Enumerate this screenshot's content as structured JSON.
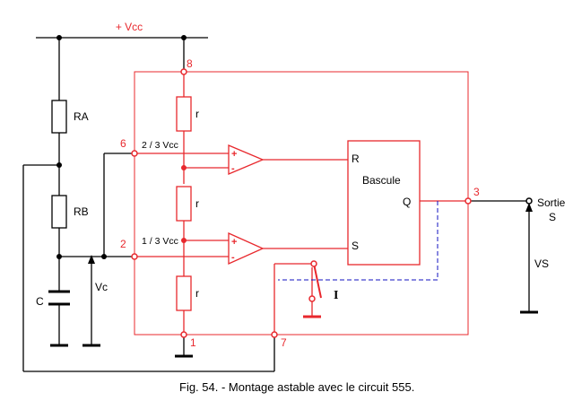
{
  "supply_label": "+ Vcc",
  "pins": {
    "p8": "8",
    "p6": "6",
    "p2": "2",
    "p3": "3",
    "p1": "1",
    "p7": "7"
  },
  "thresholds": {
    "upper": "2 / 3 Vcc",
    "lower": "1 / 3 Vcc"
  },
  "components": {
    "ra": "RA",
    "rb": "RB",
    "c": "C",
    "r_top": "r",
    "r_mid": "r",
    "r_bot": "r"
  },
  "comparator_signs": {
    "plus": "+",
    "minus": "-"
  },
  "flipflop": {
    "title": "Bascule",
    "r": "R",
    "s": "S",
    "q": "Q"
  },
  "switch_label": "I",
  "vc_label": "Vc",
  "output": {
    "line1": "Sortie",
    "line2": "S",
    "vs": "VS"
  },
  "caption": "Fig. 54. - Montage astable avec le circuit 555.",
  "colors": {
    "ic": "#e8282d",
    "wire": "#000000",
    "dashed": "#1010c0"
  }
}
